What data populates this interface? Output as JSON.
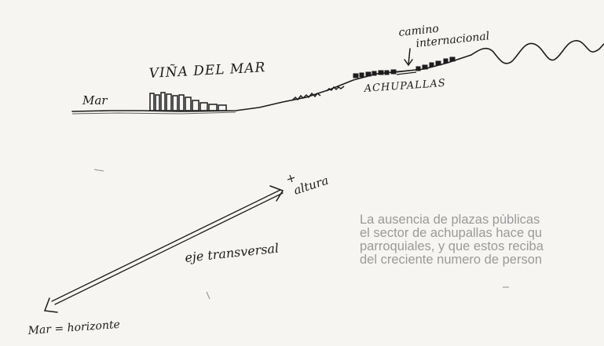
{
  "sketch": {
    "labels": {
      "camino_line1": "camino",
      "camino_line2": "internacional",
      "vina_del_mar": "VIÑA DEL MAR",
      "mar": "Mar",
      "achupallas": "ACHUPALLAS",
      "mas_altura_line1": "+",
      "mas_altura_line2": "altura",
      "eje_transversal": "eje transversal",
      "mar_horizonte": "Mar = horizonte"
    },
    "ink_color": "#1c1c1c",
    "background_color": "#f6f5f1"
  },
  "caption": {
    "lines": [
      "La ausencia de plazas pùblicas",
      "el sector de achupallas hace qu",
      "parroquiales, y que estos reciba",
      "del creciente numero de person"
    ],
    "color": "#9a9a9a"
  }
}
